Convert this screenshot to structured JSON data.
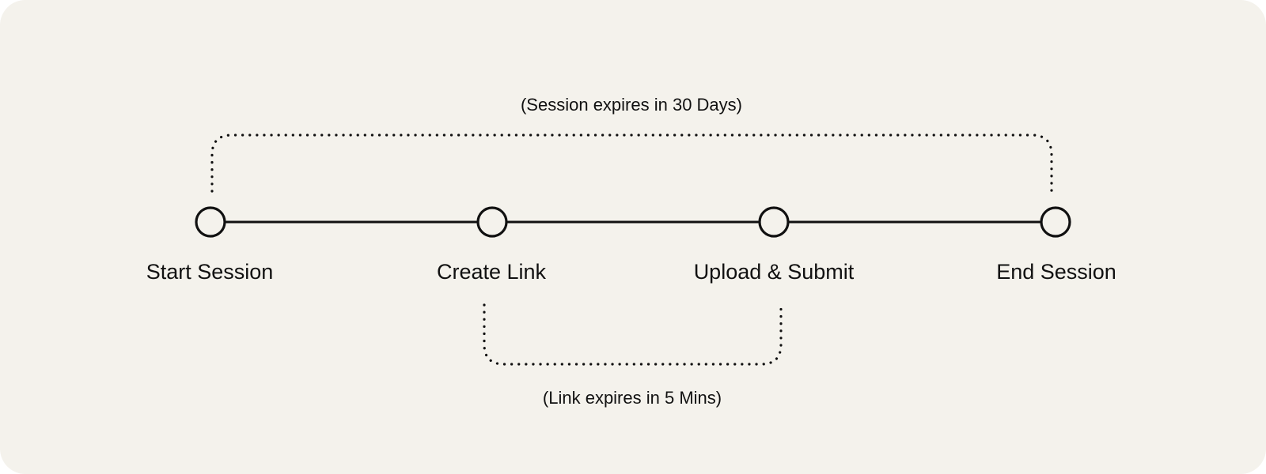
{
  "diagram": {
    "steps": [
      {
        "id": "start",
        "label": "Start Session"
      },
      {
        "id": "create",
        "label": "Create Link"
      },
      {
        "id": "upload",
        "label": "Upload & Submit"
      },
      {
        "id": "end",
        "label": "End Session"
      }
    ],
    "spans": {
      "session": {
        "label": "(Session expires in 30 Days)",
        "from": "start",
        "to": "end",
        "side": "above"
      },
      "link": {
        "label": "(Link expires in 5 Mins)",
        "from": "create",
        "to": "upload",
        "side": "below"
      }
    },
    "colors": {
      "background": "#f4f2ec",
      "stroke": "#111111",
      "node_fill": "#f4f2ec"
    }
  }
}
